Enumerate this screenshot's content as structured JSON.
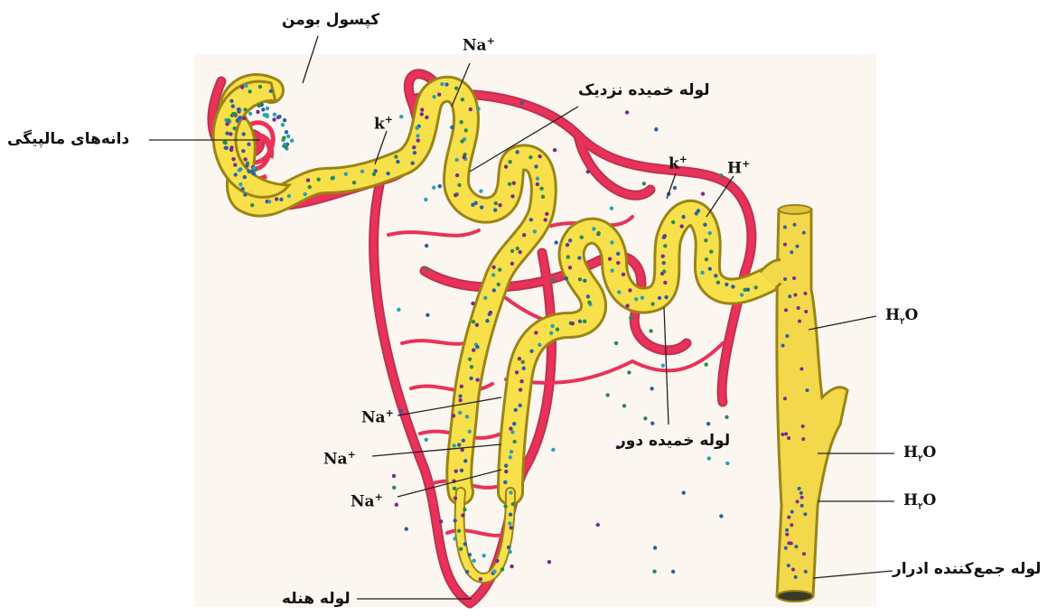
{
  "labels": {
    "bowman_capsule": "کپسول بومن",
    "glomerulus": "دانه‌های مالپیگی",
    "proximal_tubule": "لوله خمیده نزدیک",
    "distal_tubule": "لوله خمیده دور",
    "loop_of_henle": "لوله هنله",
    "collecting_duct": "لوله جمع‌کننده ادرار"
  },
  "ions": {
    "na_top": {
      "sym": "Na",
      "sup": "+"
    },
    "k_left": {
      "sym": "k",
      "sup": "+"
    },
    "k_right": {
      "sym": "k",
      "sup": "+"
    },
    "h": {
      "sym": "H",
      "sup": "+"
    },
    "na_1": {
      "sym": "Na",
      "sup": "+"
    },
    "na_2": {
      "sym": "Na",
      "sup": "+"
    },
    "na_3": {
      "sym": "Na",
      "sup": "+"
    },
    "water_1": {
      "sym": "H",
      "sub": "۲",
      "tail": "O"
    },
    "water_2": {
      "sym": "H",
      "sub": "۲",
      "tail": "O"
    },
    "water_3": {
      "sym": "H",
      "sub": "۲",
      "tail": "O"
    }
  },
  "colors": {
    "vessel": "#e8325a",
    "vessel_dark": "#b81c3e",
    "tubule": "#f7e04a",
    "tubule_outline": "#9a8416",
    "dot_blue": "#2b5fa8",
    "dot_purple": "#7a2a8c",
    "dot_green": "#2a8a4a",
    "dot_teal": "#2aa0b8",
    "leader": "#222222"
  }
}
